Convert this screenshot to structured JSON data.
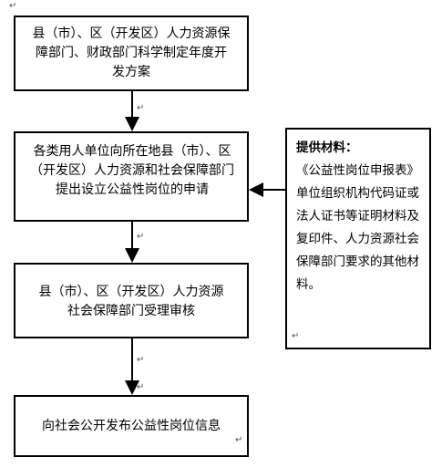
{
  "steps": [
    {
      "text": "县（市）、区（开发区）人力资源保障部门、财政部门科学制定年度开发方案"
    },
    {
      "text": "各类用人单位向所在地县（市）、区（开发区）人力资源和社会保障部门提出设立公益性岗位的申请"
    },
    {
      "text": "县（市）、区（开发区）人力资源社会保障部门受理审核"
    },
    {
      "text": "向社会公开发布公益性岗位信息"
    }
  ],
  "materials": {
    "heading": "提供材料：",
    "body": "《公益性岗位申报表》单位组织机构代码证或法人证书等证明材料及复印件、人力资源社会保障部门要求的其他材料。"
  },
  "marks": {
    "return_symbol": "↵"
  }
}
